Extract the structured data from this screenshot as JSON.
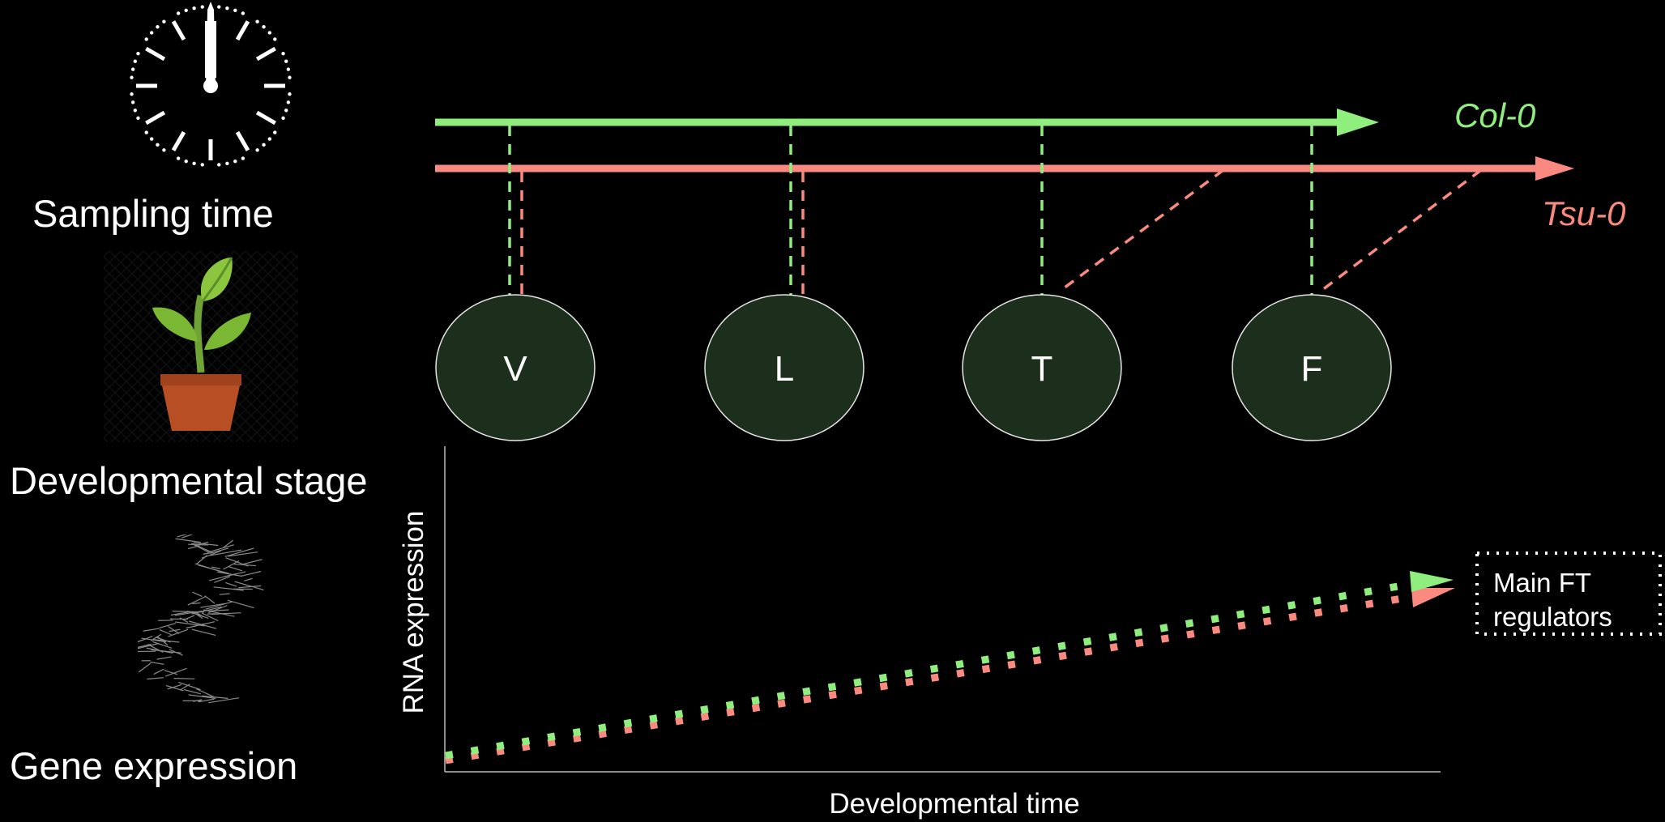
{
  "left_panel": {
    "sampling_label": "Sampling time",
    "stage_label": "Developmental stage",
    "gene_label": "Gene expression"
  },
  "timeline": {
    "col_label": "Col-0",
    "tsu_label": "Tsu-0",
    "col_color": "#90EE7F",
    "tsu_color": "#FA8A80",
    "stages": [
      {
        "id": "V",
        "label": "V"
      },
      {
        "id": "L",
        "label": "L"
      },
      {
        "id": "T",
        "label": "T"
      },
      {
        "id": "F",
        "label": "F"
      }
    ],
    "stage_fill": "#1C2E1C"
  },
  "expression_plot": {
    "y_label": "RNA expression",
    "x_label": "Developmental time",
    "box_label_line1": "Main FT",
    "box_label_line2": "regulators"
  }
}
